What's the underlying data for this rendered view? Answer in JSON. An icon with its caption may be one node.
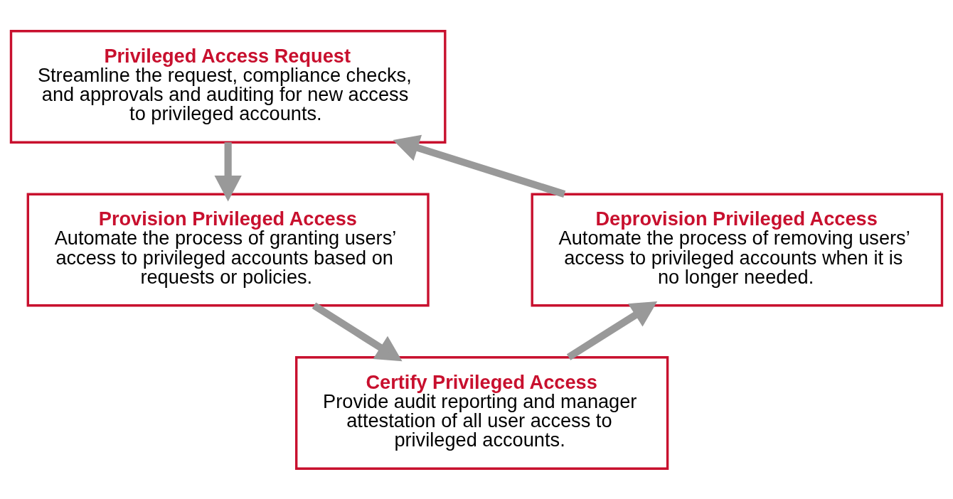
{
  "diagram": {
    "nodes": [
      {
        "text": [
          "Privileged Access Request",
          "Streamline the request, compliance checks, and approvals and auditing for new access to privileged accounts."
        ]
      },
      {
        "text": [
          "Provision Privileged Access",
          "Automate the process of granting users’ access to privileged accounts based on requests or policies."
        ]
      },
      {
        "text": [
          "Certify Privileged Access",
          "Provide audit reporting and manager attestation of all user access to privileged accounts."
        ]
      },
      {
        "text": [
          "Deprovision Privileged Access",
          "Automate the process of removing users’ access to privileged accounts when it is no longer needed."
        ]
      }
    ],
    "edges": [
      {
        "from": 0,
        "to": 1,
        "arrow": "to"
      },
      {
        "from": 1,
        "to": 2,
        "arrow": "to"
      },
      {
        "from": 2,
        "to": 3,
        "arrow": "to"
      },
      {
        "from": 3,
        "to": 0,
        "arrow": "to"
      }
    ]
  }
}
